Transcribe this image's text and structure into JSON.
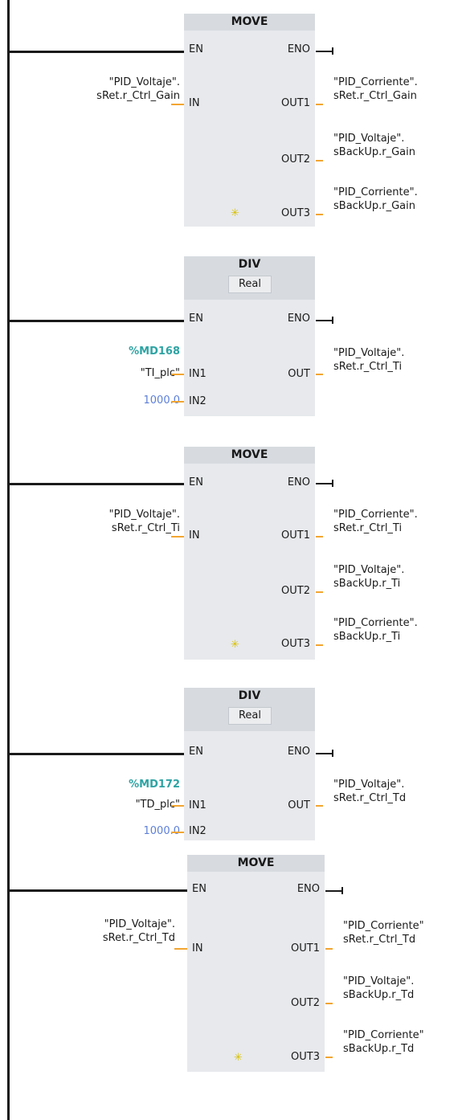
{
  "networks": [
    {
      "block_name": "MOVE",
      "en": "EN",
      "eno": "ENO",
      "in_pin": "IN",
      "in_operand": [
        "\"PID_Voltaje\".",
        "sRet.r_Ctrl_Gain"
      ],
      "outputs": [
        {
          "pin": "OUT1",
          "operand": [
            "\"PID_Corriente\".",
            "sRet.r_Ctrl_Gain"
          ]
        },
        {
          "pin": "OUT2",
          "operand": [
            "\"PID_Voltaje\".",
            "sBackUp.r_Gain"
          ]
        },
        {
          "pin": "OUT3",
          "operand": [
            "\"PID_Corriente\".",
            "sBackUp.r_Gain"
          ]
        }
      ],
      "add_output_symbol": "✳"
    },
    {
      "block_name": "DIV",
      "data_type": "Real",
      "en": "EN",
      "eno": "ENO",
      "in1_pin": "IN1",
      "in2_pin": "IN2",
      "out_pin": "OUT",
      "in1_address": "%MD168",
      "in1_operand": "\"TI_plc\"",
      "in2_value": "1000.0",
      "out_operand": [
        "\"PID_Voltaje\".",
        "sRet.r_Ctrl_Ti"
      ]
    },
    {
      "block_name": "MOVE",
      "en": "EN",
      "eno": "ENO",
      "in_pin": "IN",
      "in_operand": [
        "\"PID_Voltaje\".",
        "sRet.r_Ctrl_Ti"
      ],
      "outputs": [
        {
          "pin": "OUT1",
          "operand": [
            "\"PID_Corriente\".",
            "sRet.r_Ctrl_Ti"
          ]
        },
        {
          "pin": "OUT2",
          "operand": [
            "\"PID_Voltaje\".",
            "sBackUp.r_Ti"
          ]
        },
        {
          "pin": "OUT3",
          "operand": [
            "\"PID_Corriente\".",
            "sBackUp.r_Ti"
          ]
        }
      ],
      "add_output_symbol": "✳"
    },
    {
      "block_name": "DIV",
      "data_type": "Real",
      "en": "EN",
      "eno": "ENO",
      "in1_pin": "IN1",
      "in2_pin": "IN2",
      "out_pin": "OUT",
      "in1_address": "%MD172",
      "in1_operand": "\"TD_plc\"",
      "in2_value": "1000.0",
      "out_operand": [
        "\"PID_Voltaje\".",
        "sRet.r_Ctrl_Td"
      ]
    },
    {
      "block_name": "MOVE",
      "en": "EN",
      "eno": "ENO",
      "in_pin": "IN",
      "in_operand": [
        "\"PID_Voltaje\".",
        "sRet.r_Ctrl_Td"
      ],
      "outputs": [
        {
          "pin": "OUT1",
          "operand": [
            "\"PID_Corriente\"",
            "sRet.r_Ctrl_Td"
          ]
        },
        {
          "pin": "OUT2",
          "operand": [
            "\"PID_Voltaje\".",
            "sBackUp.r_Td"
          ]
        },
        {
          "pin": "OUT3",
          "operand": [
            "\"PID_Corriente\"",
            "sBackUp.r_Td"
          ]
        }
      ],
      "add_output_symbol": "✳"
    }
  ],
  "colors": {
    "rail": "#1a1a1a",
    "block_body": "#e7e9ec",
    "block_header": "#d7dbe0",
    "pin_stub": "#f2a531",
    "address": "#2ea3a3",
    "constant": "#5d7fd9"
  }
}
